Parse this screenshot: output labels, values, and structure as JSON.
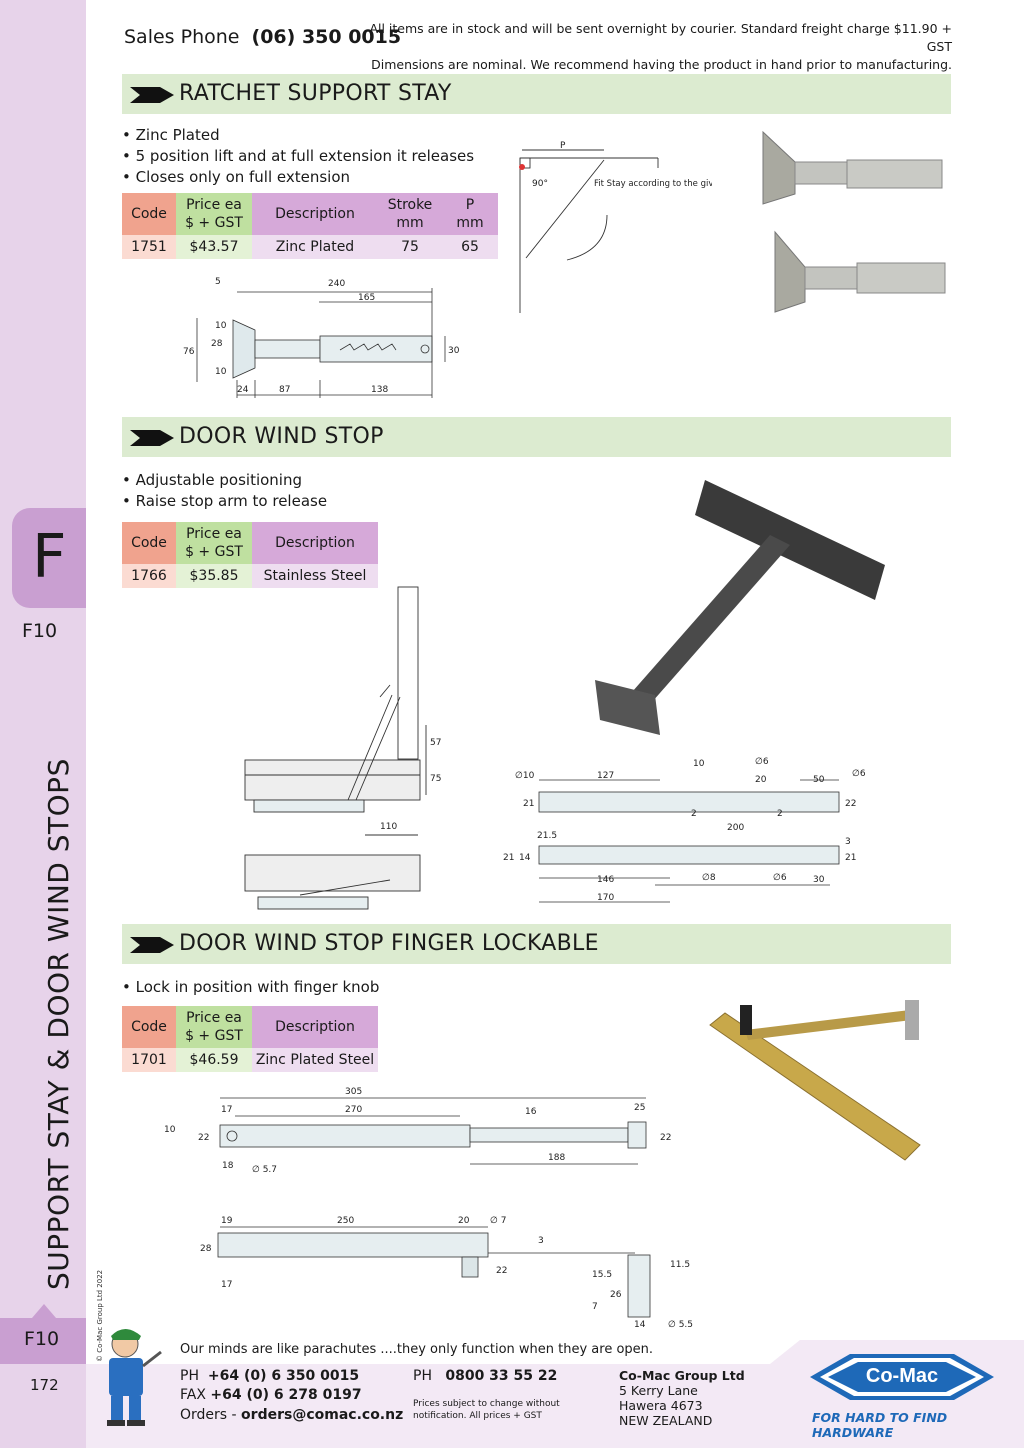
{
  "header": {
    "sales_label": "Sales Phone",
    "sales_phone": "(06) 350 0015",
    "note_line1": "All items are in stock and will be sent overnight by courier. Standard freight charge $11.90 + GST",
    "note_line2": "Dimensions are nominal. We recommend having the product in hand prior to manufacturing."
  },
  "sidebar": {
    "section_letter": "F",
    "section_code_top": "F10",
    "vertical_title": "SUPPORT STAY & DOOR WIND STOPS",
    "copyright": "© Co-Mac Group Ltd 2022",
    "section_code_bottom": "F10",
    "page_number": "172"
  },
  "sections": [
    {
      "title": "RATCHET SUPPORT STAY",
      "bullets": [
        "Zinc Plated",
        "5 position lift and at full extension it releases",
        "Closes only on full extension"
      ],
      "headers": [
        "Code",
        "Price ea\n$ + GST",
        "Description",
        "Stroke\nmm",
        "P\nmm"
      ],
      "row": [
        "1751",
        "$43.57",
        "Zinc Plated",
        "75",
        "65"
      ],
      "diagram_note": "Fit Stay according to the given P dimension",
      "dims": {
        "p": "P",
        "angle": "90°",
        "d240": "240",
        "d165": "165",
        "d5": "5",
        "d76": "76",
        "d10a": "10",
        "d28": "28",
        "d10b": "10",
        "d30": "30",
        "d24": "24",
        "d87": "87",
        "d138": "138"
      }
    },
    {
      "title": "DOOR WIND STOP",
      "bullets": [
        "Adjustable positioning",
        "Raise stop arm to release"
      ],
      "headers": [
        "Code",
        "Price ea\n$ + GST",
        "Description"
      ],
      "row": [
        "1766",
        "$35.85",
        "Stainless Steel"
      ],
      "dims": {
        "d57": "57",
        "d75": "75",
        "d110": "110",
        "d10dia": "∅10",
        "d127": "127",
        "d10": "10",
        "d6dia": "∅6",
        "d20": "20",
        "d50": "50",
        "d6dia2": "∅6",
        "d21a": "21",
        "d22": "22",
        "d2a": "2",
        "d2b": "2",
        "d21_5": "21.5",
        "d200": "200",
        "d3": "3",
        "d21b": "21",
        "d14": "14",
        "d21c": "21",
        "d8dia": "∅8",
        "d6dia3": "∅6",
        "d146": "146",
        "d30": "30",
        "d170": "170"
      }
    },
    {
      "title": "DOOR WIND STOP FINGER LOCKABLE",
      "bullets": [
        "Lock in position with finger knob"
      ],
      "headers": [
        "Code",
        "Price ea\n$ + GST",
        "Description"
      ],
      "row": [
        "1701",
        "$46.59",
        "Zinc Plated Steel"
      ],
      "dims": {
        "d305": "305",
        "d17a": "17",
        "d270": "270",
        "d16": "16",
        "d25": "25",
        "d10": "10",
        "d22a": "22",
        "d22b": "22",
        "d18": "18",
        "d5_7": "∅ 5.7",
        "d188": "188",
        "d19": "19",
        "d250": "250",
        "d20": "20",
        "d7": "∅ 7",
        "d3": "3",
        "d28": "28",
        "d22c": "22",
        "d11_5": "11.5",
        "d15_5": "15.5",
        "d26": "26",
        "d7b": "7",
        "d17b": "17",
        "d14": "14",
        "d5_5": "∅ 5.5"
      }
    }
  ],
  "footer": {
    "motto": "Our minds are like  parachutes ....they only function when they are open.",
    "ph_label": "PH",
    "ph": "+64 (0) 6 350 0015",
    "fax_label": "FAX",
    "fax": "+64 (0) 6 278 0197",
    "orders_label": "Orders -",
    "orders": "orders@comac.co.nz",
    "ph2_label": "PH",
    "ph2": "0800 33 55 22",
    "small_note": "Prices subject to change without notification. All prices + GST",
    "company": "Co-Mac Group Ltd",
    "addr1": "5 Kerry Lane",
    "addr2": "Hawera 4673",
    "addr3": "NEW ZEALAND",
    "logo_text": "Co-Mac",
    "tagline": "FOR HARD TO FIND HARDWARE",
    "brand_color": "#1e69b8"
  }
}
